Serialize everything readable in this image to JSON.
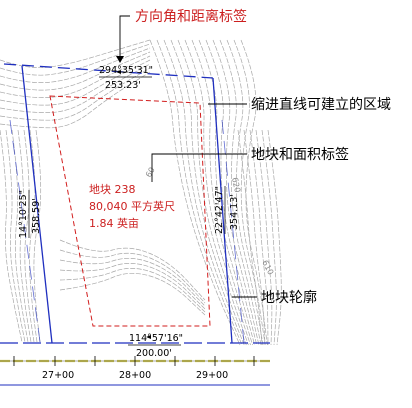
{
  "callouts": {
    "bearing_distance_label": "方向角和距离标签",
    "setback_area": "缩进直线可建立的区域",
    "parcel_area_label": "地块和面积标签",
    "parcel_outline": "地块轮廓"
  },
  "parcel": {
    "name": "地块 238",
    "area_sqft": "80,040 平方英尺",
    "area_acres": "1.84 英亩"
  },
  "segments": {
    "top": {
      "bearing": "294°35'31\"",
      "distance": "253.23'"
    },
    "left": {
      "bearing": "14°10'25\"",
      "distance": "358.59'"
    },
    "right": {
      "bearing": "22°42'47\"",
      "distance": "354.13'"
    },
    "bottom": {
      "bearing": "114°57'16\"",
      "distance": "200.00'"
    }
  },
  "contours": {
    "label_a": "620",
    "label_b": "610"
  },
  "stations": [
    "27+00",
    "28+00",
    "29+00"
  ],
  "colors": {
    "callout_red": "#cc1f1f",
    "parcel_blue": "#1f2fbf",
    "setback_red": "#d21e1e",
    "contour_gray": "#9a9a9a",
    "alignment_yellow": "#c9c24a"
  }
}
